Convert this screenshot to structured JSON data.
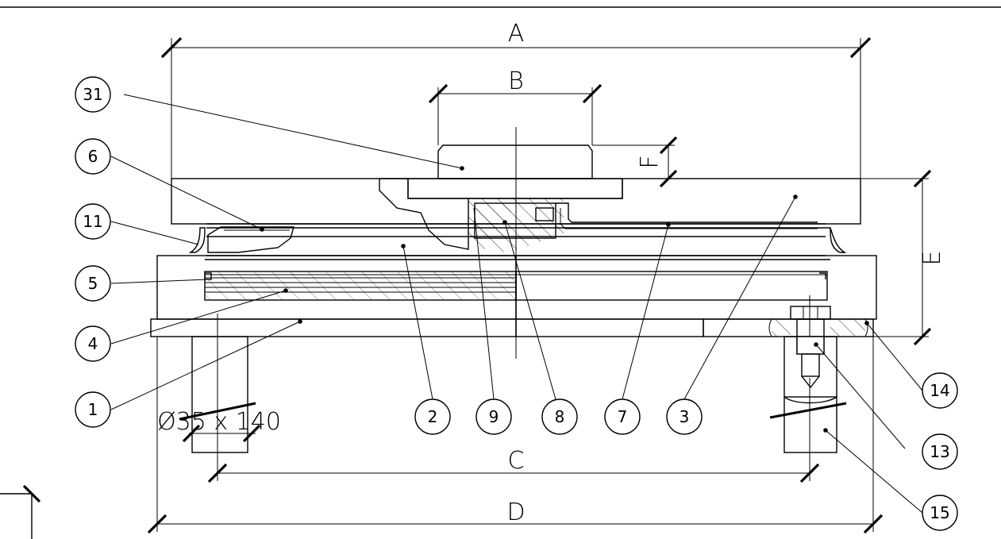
{
  "dimensions": {
    "A": "A",
    "B": "B",
    "C": "C",
    "D": "D",
    "E": "E",
    "F": "F",
    "anchor_spec": "Ø35 x 140"
  },
  "balloons": [
    {
      "id": "31",
      "label": "31"
    },
    {
      "id": "6",
      "label": "6"
    },
    {
      "id": "11",
      "label": "11"
    },
    {
      "id": "5",
      "label": "5"
    },
    {
      "id": "4",
      "label": "4"
    },
    {
      "id": "1",
      "label": "1"
    },
    {
      "id": "2",
      "label": "2"
    },
    {
      "id": "9",
      "label": "9"
    },
    {
      "id": "8",
      "label": "8"
    },
    {
      "id": "7",
      "label": "7"
    },
    {
      "id": "3",
      "label": "3"
    },
    {
      "id": "14",
      "label": "14"
    },
    {
      "id": "13",
      "label": "13"
    },
    {
      "id": "15",
      "label": "15"
    }
  ],
  "colors": {
    "line": "#000000",
    "background": "#ffffff"
  }
}
